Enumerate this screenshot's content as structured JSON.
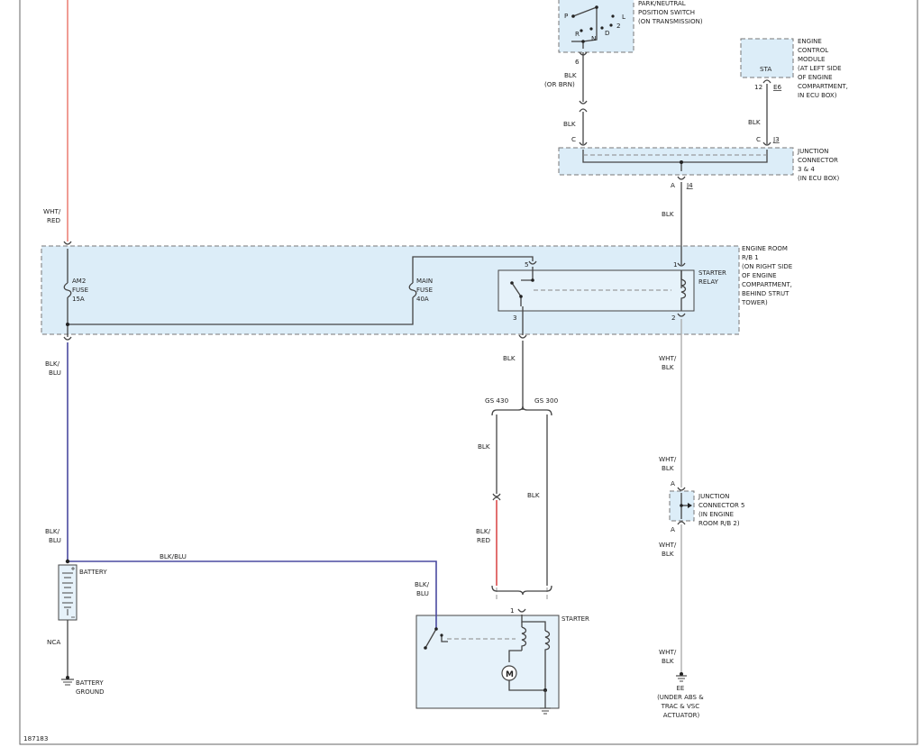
{
  "diagram_id": "187183",
  "components": {
    "park_neutral": [
      "PARK/NEUTRAL",
      "POSITION SWITCH",
      "(ON TRANSMISSION)"
    ],
    "park_neutral_positions": [
      "P",
      "R",
      "N",
      "D",
      "L",
      "2"
    ],
    "ecm": [
      "ENGINE",
      "CONTROL",
      "MODULE",
      "(AT LEFT SIDE",
      "OF ENGINE",
      "COMPARTMENT,",
      "IN ECU BOX)"
    ],
    "ecm_terminal": "STA",
    "junction_34": [
      "JUNCTION",
      "CONNECTOR",
      "3 & 4",
      "(IN ECU BOX)"
    ],
    "engine_room_rb1": [
      "ENGINE ROOM",
      "R/B 1",
      "(ON RIGHT SIDE",
      "OF ENGINE",
      "COMPARTMENT,",
      "BEHIND STRUT",
      "TOWER)"
    ],
    "am2_fuse": [
      "AM2",
      "FUSE",
      "15A"
    ],
    "main_fuse": [
      "MAIN",
      "FUSE",
      "40A"
    ],
    "starter_relay": [
      "STARTER",
      "RELAY"
    ],
    "junction_5": [
      "JUNCTION",
      "CONNECTOR 5",
      "(IN ENGINE",
      "ROOM R/B 2)"
    ],
    "battery": "BATTERY",
    "battery_ground": [
      "BATTERY",
      "GROUND"
    ],
    "starter": "STARTER",
    "motor_symbol": "M",
    "ground_ee": [
      "EE",
      "(UNDER ABS &",
      "TRAC & VSC",
      "ACTUATOR)"
    ]
  },
  "wires": {
    "whtred": [
      "WHT/",
      "RED"
    ],
    "blkblu_top": [
      "BLK/",
      "BLU"
    ],
    "blkblu_mid": [
      "BLK/",
      "BLU"
    ],
    "blkblu_horiz": "BLK/BLU",
    "blkblu_starter": [
      "BLK/",
      "BLU"
    ],
    "nca": "NCA",
    "blk_or_brn": [
      "BLK",
      "(OR BRN)"
    ],
    "blk_left_upper": "BLK",
    "blk_right_upper": "BLK",
    "blk_center": "BLK",
    "blk_relay_out": "BLK",
    "blk_gs430": "BLK",
    "blk_gs300": "BLK",
    "blk_red": [
      "BLK/",
      "RED"
    ],
    "whtblk_1": [
      "WHT/",
      "BLK"
    ],
    "whtblk_2": [
      "WHT/",
      "BLK"
    ],
    "whtblk_3": [
      "WHT/",
      "BLK"
    ],
    "whtblk_4": [
      "WHT/",
      "BLK"
    ]
  },
  "variants": {
    "gs430": "GS 430",
    "gs300": "GS 300"
  },
  "pins": {
    "pn_6": "6",
    "ecm_12": "12",
    "ecm_conn": "E6",
    "jc_c_left": "C",
    "jc_c_right": "C",
    "jc_j3": "J3",
    "jc_a": "A",
    "jc_j4": "J4",
    "relay_5": "5",
    "relay_1": "1",
    "relay_3": "3",
    "relay_2": "2",
    "j5_a_top": "A",
    "j5_a_bottom": "A",
    "starter_1": "1"
  },
  "colors": {
    "wht_red": "#e8685a",
    "blk_blu": "#4a4aa0",
    "blk_red": "#d84040",
    "wht_blk": "#a8a8a8",
    "box_fill": "#dcedf8"
  }
}
